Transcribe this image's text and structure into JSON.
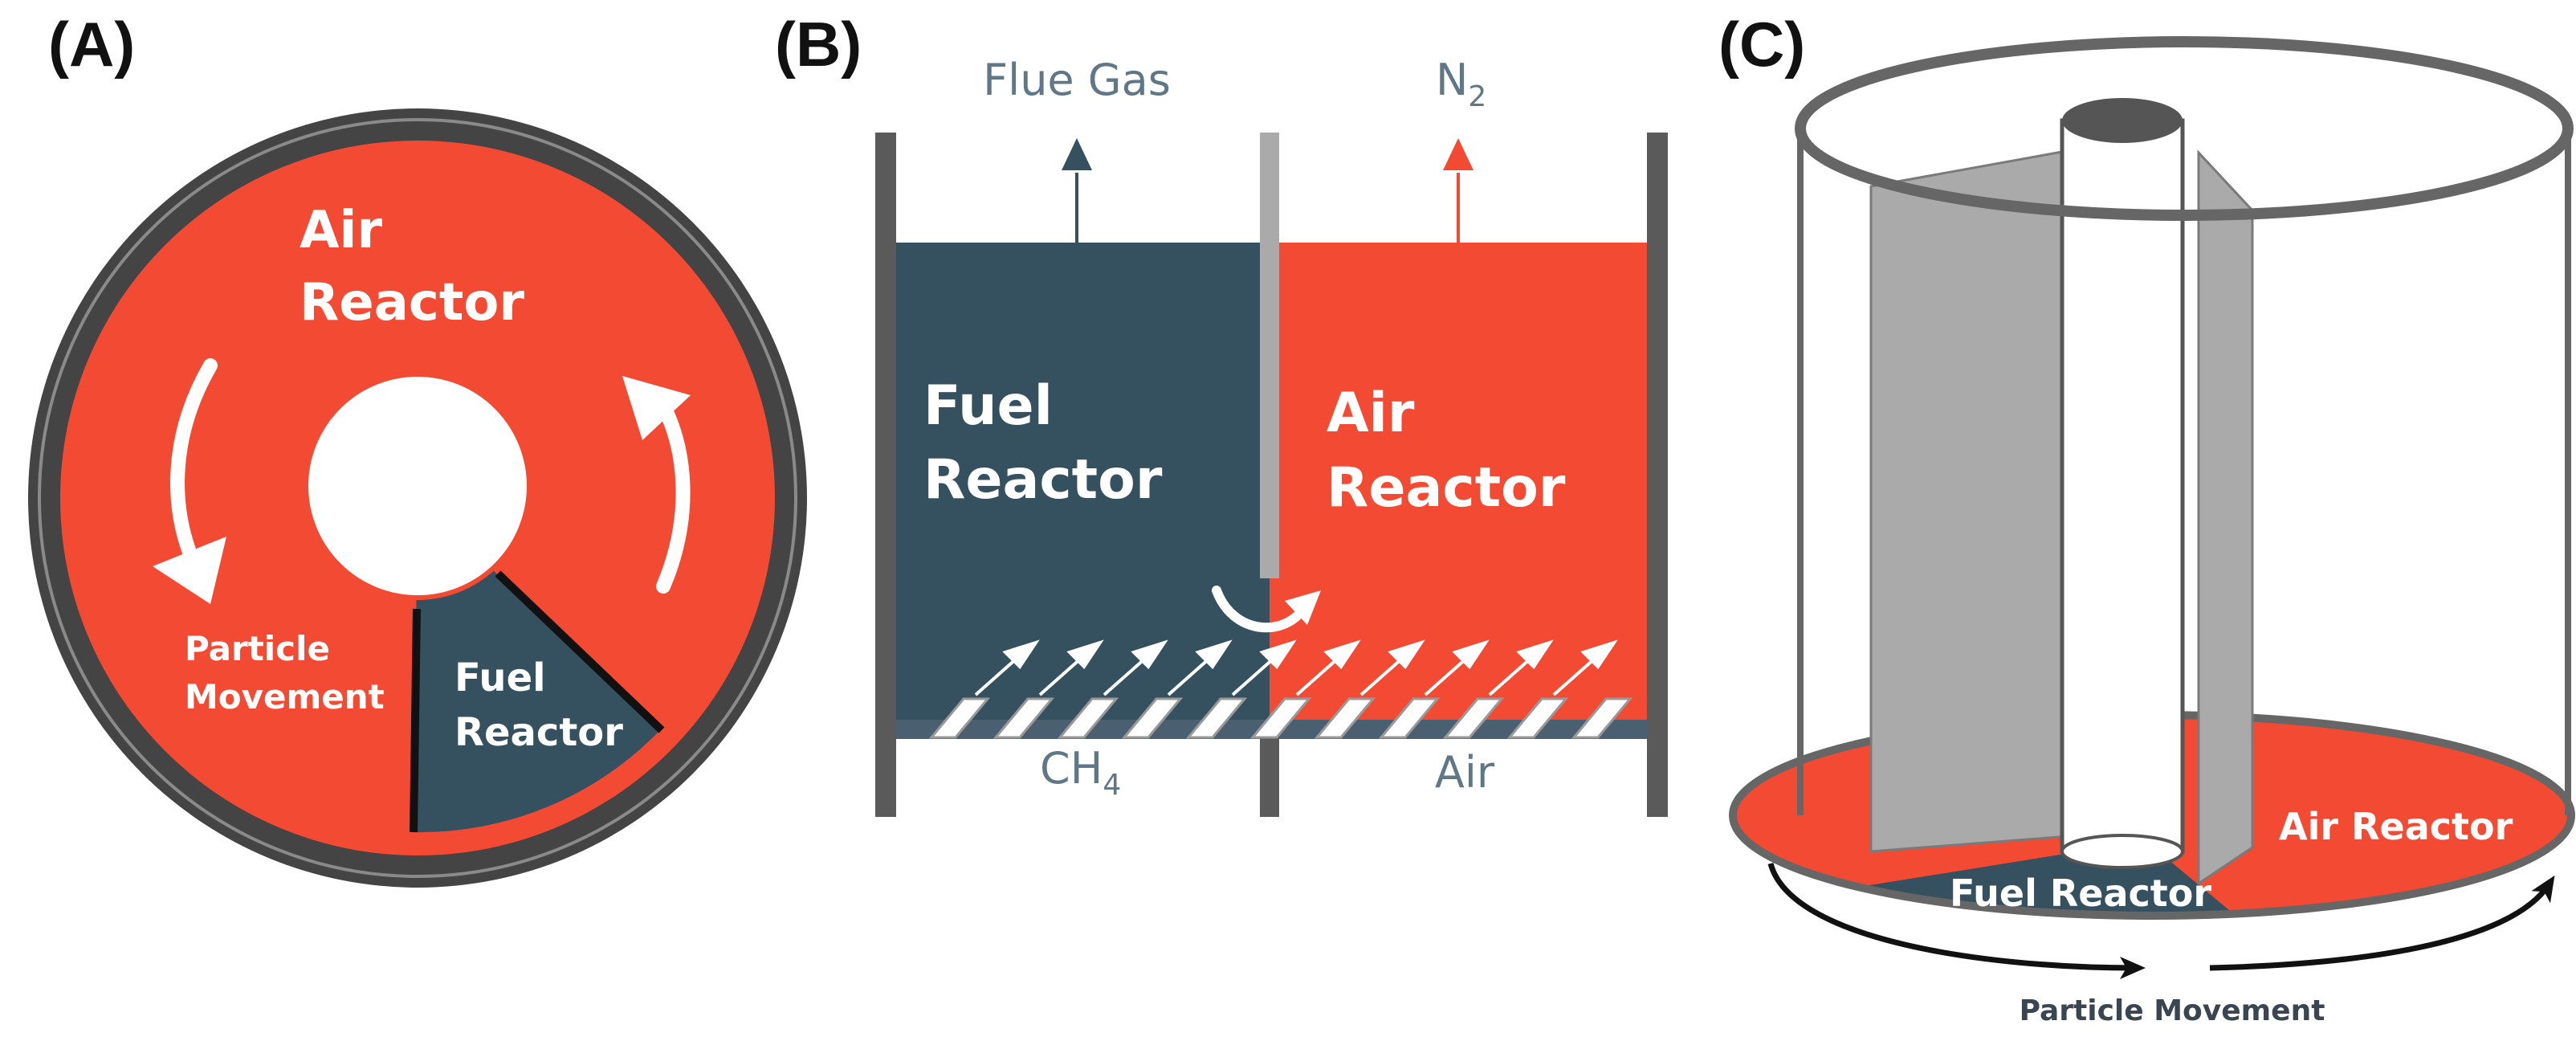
{
  "panels": {
    "a": {
      "label": "(A)",
      "air_reactor": [
        "Air",
        "Reactor"
      ],
      "particle_movement": [
        "Particle",
        "Movement"
      ],
      "fuel_reactor": [
        "Fuel",
        "Reactor"
      ]
    },
    "b": {
      "label": "(B)",
      "flue_gas": "Flue Gas",
      "n2": "N",
      "n2_sub": "2",
      "fuel_reactor": [
        "Fuel",
        "Reactor"
      ],
      "air_reactor": [
        "Air",
        "Reactor"
      ],
      "ch4": "CH",
      "ch4_sub": "4",
      "air": "Air"
    },
    "c": {
      "label": "(C)",
      "air_reactor": "Air Reactor",
      "fuel_reactor": "Fuel Reactor",
      "particle_movement": "Particle Movement"
    }
  },
  "colors": {
    "air_reactor": "#f34b33",
    "fuel_reactor": "#35505f",
    "ring": "#444444",
    "wall": "#5a5a5a",
    "baffle": "#aaaaaa",
    "arrow_dark": "#35505f",
    "arrow_red": "#f34b33"
  }
}
